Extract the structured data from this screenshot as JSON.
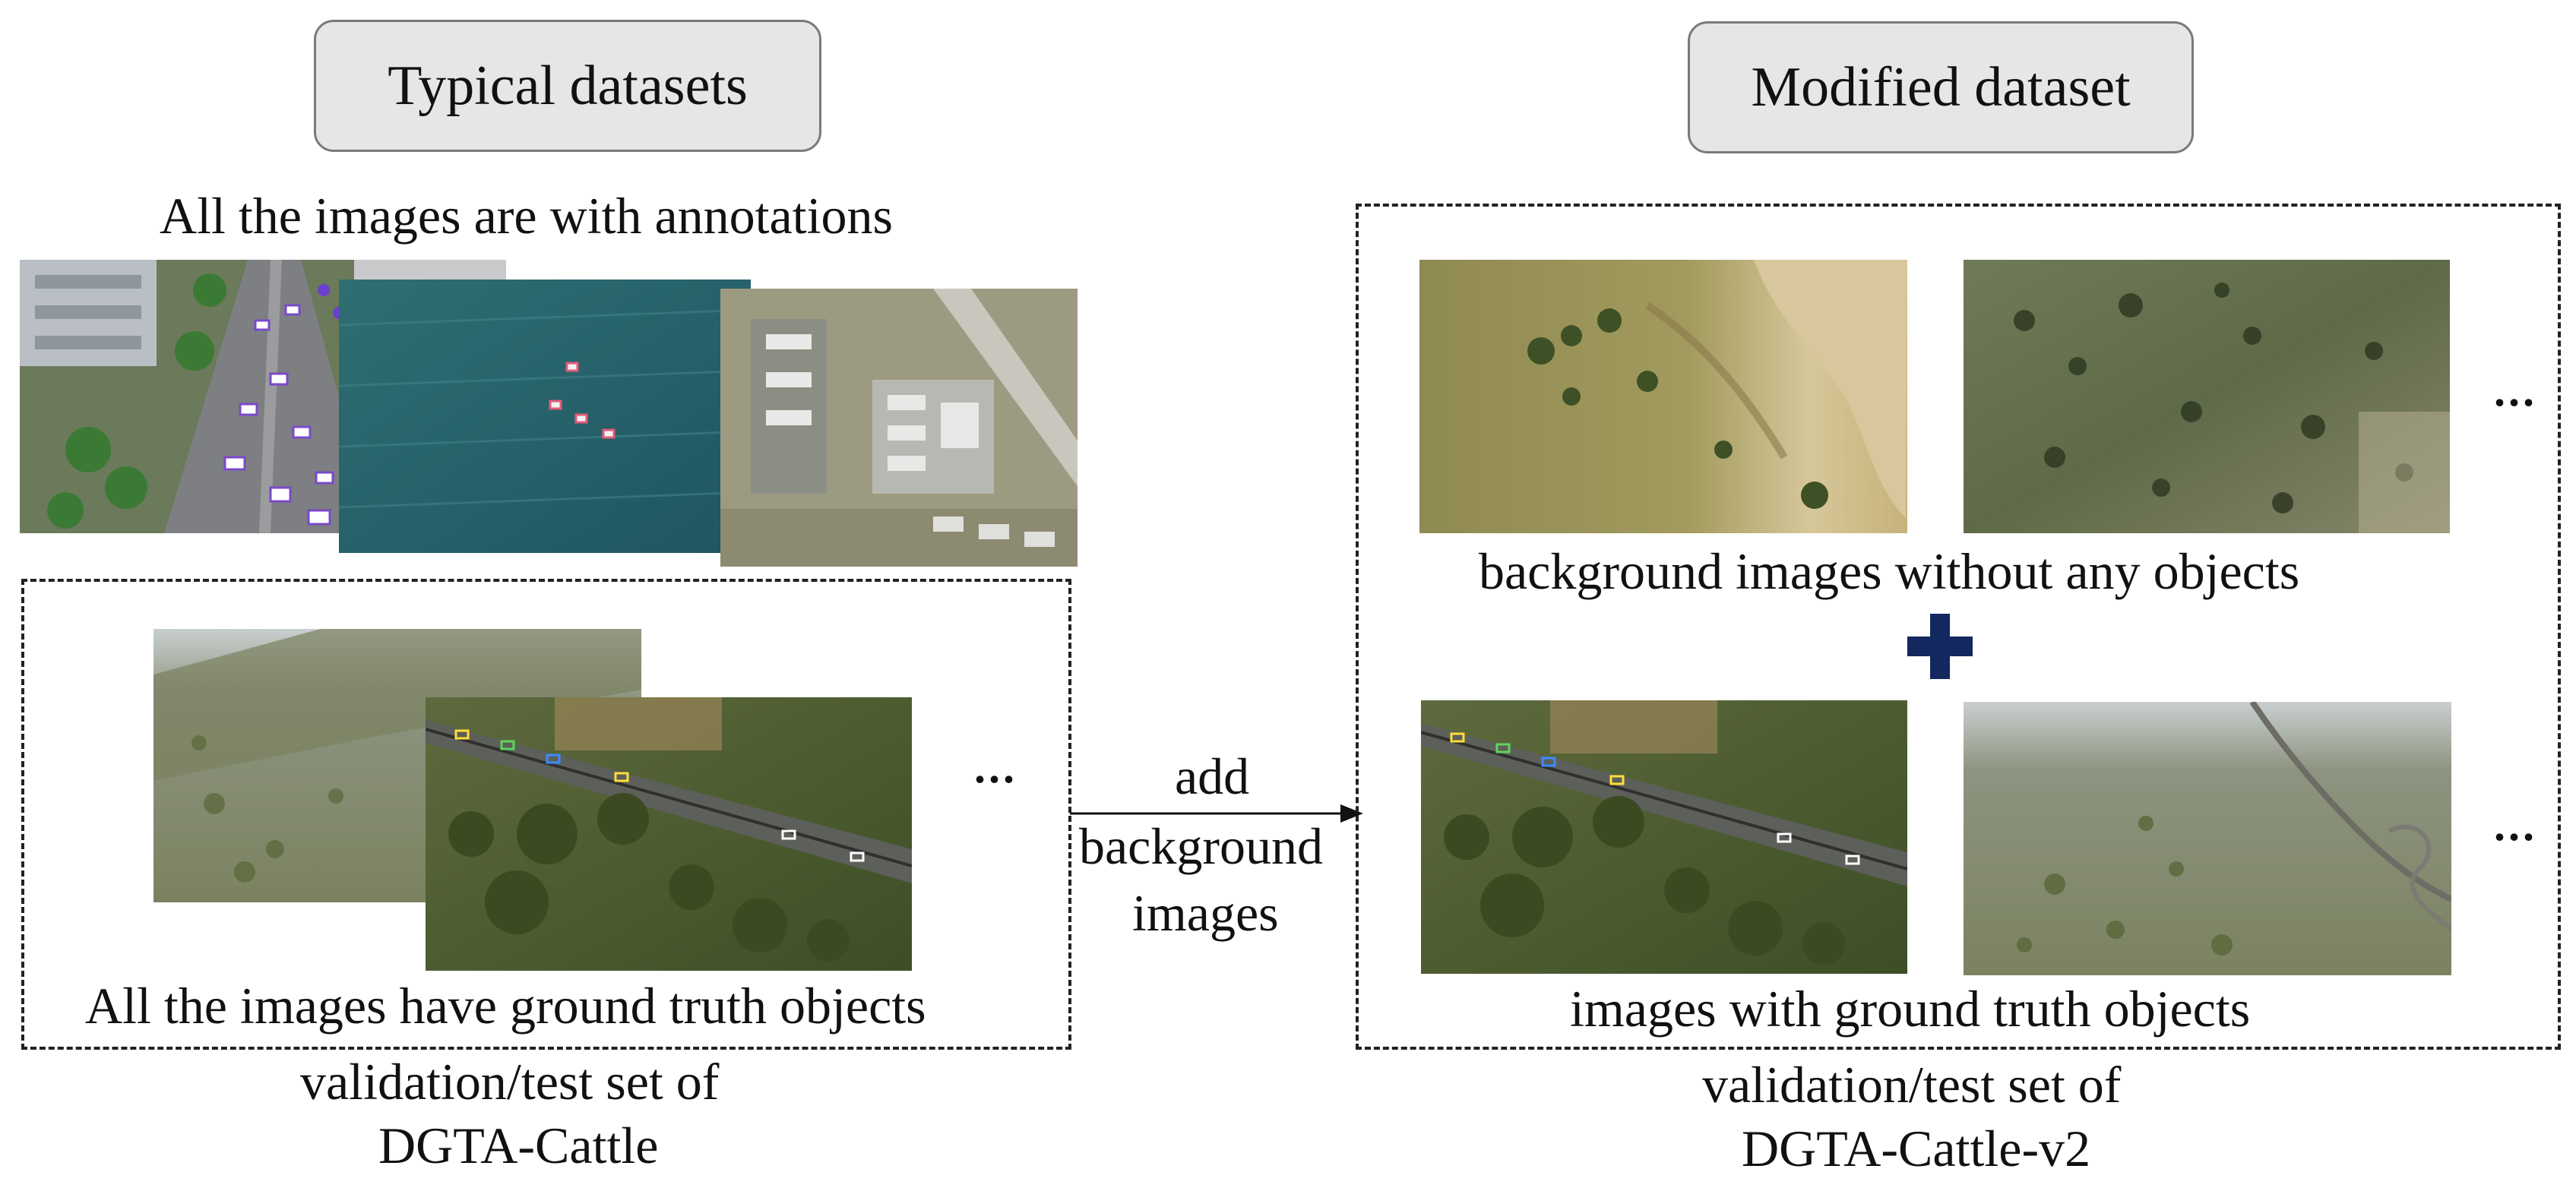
{
  "left": {
    "header": "Typical datasets",
    "annotation_caption": "All the images are with annotations",
    "gt_caption": "All the images have ground truth objects",
    "set_line1": "validation/test set of",
    "set_line2": "DGTA-Cattle",
    "ellipsis": "..."
  },
  "arrow": {
    "line1": "add",
    "line2": "background",
    "line3": "images"
  },
  "right": {
    "header": "Modified dataset",
    "bg_caption": "background images without any objects",
    "gt_caption": "images with ground truth objects",
    "set_line1": "validation/test set of",
    "set_line2": "DGTA-Cattle-v2",
    "ellipsis_top": "...",
    "ellipsis_bottom": "..."
  },
  "colors": {
    "plus": "#13285e",
    "pill_fill": "#e6e6e6",
    "pill_border": "#7a7a7a"
  }
}
